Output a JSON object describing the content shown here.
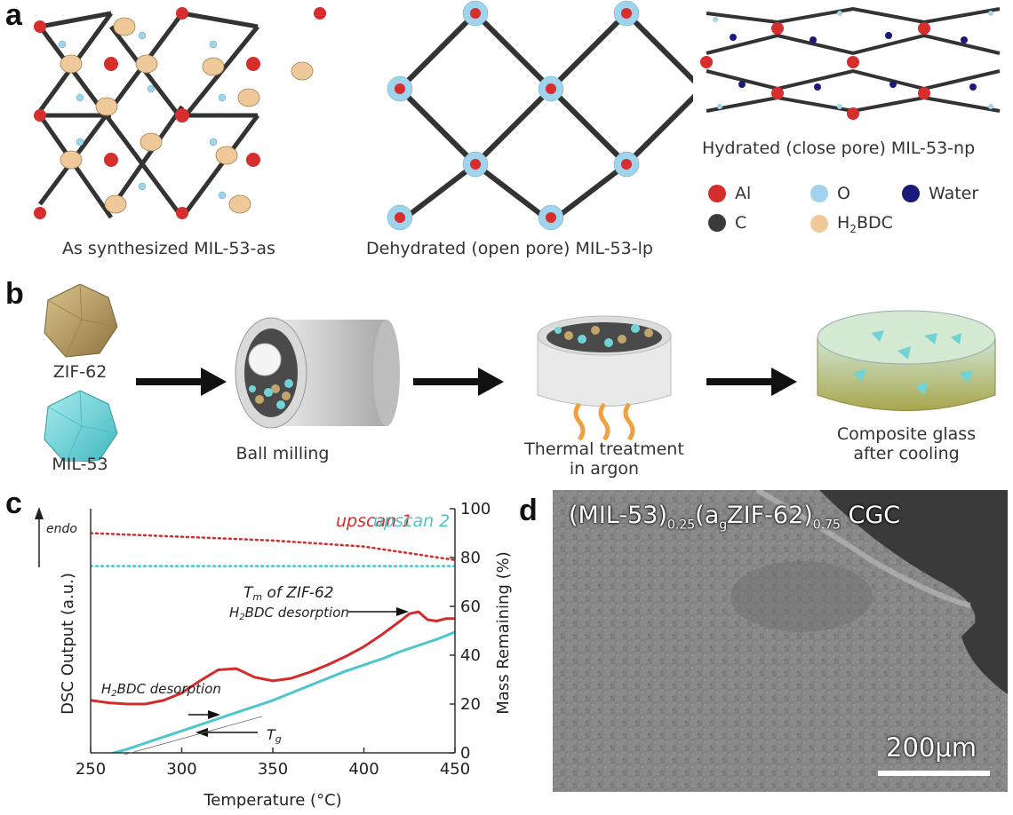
{
  "panel_labels": {
    "a": "a",
    "b": "b",
    "c": "c",
    "d": "d"
  },
  "panel_a": {
    "structures": [
      {
        "caption": "As synthesized MIL-53-as"
      },
      {
        "caption": "Dehydrated (open pore) MIL-53-lp"
      },
      {
        "caption": "Hydrated (close pore) MIL-53-np"
      }
    ],
    "legend": [
      {
        "label": "Al",
        "color": "#d62d2d"
      },
      {
        "label": "O",
        "color": "#9fd3ee"
      },
      {
        "label": "Water",
        "color": "#1a1a7a"
      },
      {
        "label": "C",
        "color": "#3a3a3a"
      },
      {
        "label_main": "H",
        "label_sub": "2",
        "label_tail": "BDC",
        "color": "#efc99a"
      }
    ]
  },
  "panel_b": {
    "inputs": [
      {
        "label": "ZIF-62",
        "color": "#b49a64"
      },
      {
        "label": "MIL-53",
        "color": "#6fd3d7"
      }
    ],
    "steps": [
      {
        "label": "Ball milling"
      },
      {
        "label_line1": "Thermal treatment",
        "label_line2": "in argon"
      },
      {
        "label_line1": "Composite glass",
        "label_line2": "after cooling"
      }
    ]
  },
  "panel_c": {
    "endo_label": "endo",
    "chart_data": {
      "type": "line",
      "xlabel": "Temperature (°C)",
      "ylabel_left": "DSC Output (a.u.)",
      "ylabel_right": "Mass Remaining (%)",
      "xlim": [
        250,
        450
      ],
      "ylim_right": [
        0,
        100
      ],
      "x_ticks": [
        250,
        300,
        350,
        400,
        450
      ],
      "y_ticks_right": [
        0,
        20,
        40,
        60,
        80,
        100
      ],
      "series": [
        {
          "name": "upscan 1",
          "color": "#d42b2b",
          "kind": "mass",
          "style": "dotted",
          "x": [
            250,
            300,
            350,
            400,
            450
          ],
          "y": [
            90,
            88.5,
            87,
            84.5,
            79
          ]
        },
        {
          "name": "upscan 2",
          "color": "#4cc6cc",
          "kind": "mass",
          "style": "dotted",
          "x": [
            250,
            300,
            350,
            400,
            450
          ],
          "y": [
            76.5,
            76.5,
            76.5,
            76.5,
            76.5
          ]
        },
        {
          "name": "upscan 1",
          "color": "#d42b2b",
          "kind": "dsc",
          "style": "solid",
          "x": [
            250,
            260,
            270,
            280,
            290,
            300,
            310,
            320,
            330,
            340,
            350,
            360,
            370,
            380,
            390,
            400,
            410,
            420,
            425,
            430,
            435,
            440,
            445,
            450
          ],
          "y": [
            21.5,
            20.5,
            20,
            20,
            21.5,
            24.5,
            29.5,
            34,
            34.5,
            31,
            29.5,
            30.5,
            33,
            36,
            39.5,
            43.5,
            48.5,
            54,
            57,
            57.8,
            54.5,
            54,
            55,
            55
          ]
        },
        {
          "name": "upscan 2",
          "color": "#4cc6cc",
          "kind": "dsc",
          "style": "solid",
          "x": [
            250,
            260,
            270,
            280,
            290,
            300,
            310,
            320,
            330,
            340,
            350,
            360,
            370,
            380,
            390,
            400,
            410,
            420,
            430,
            440,
            450
          ],
          "y": [
            -3,
            -0.5,
            1.5,
            4,
            6.5,
            9,
            11.5,
            14,
            16.5,
            19,
            21.5,
            24.5,
            27.5,
            30.5,
            33.5,
            36,
            38.5,
            41.5,
            44,
            46.5,
            49.5
          ]
        }
      ],
      "annotations": [
        {
          "text_main": "T",
          "text_sub": "m",
          "text_tail": " of ZIF-62"
        },
        {
          "text_main": "H",
          "text_sub": "2",
          "text_tail": "BDC desorption"
        },
        {
          "text_main": "H",
          "text_sub": "2",
          "text_tail": "BDC desorption"
        },
        {
          "text_main": "T",
          "text_sub": "g",
          "text_tail": ""
        }
      ],
      "legend": [
        "upscan 1",
        "upscan 2"
      ]
    }
  },
  "panel_d": {
    "title_parts": [
      "(MIL-53)",
      "0.25",
      "(a",
      "g",
      "ZIF-62)",
      "0.75",
      " CGC"
    ],
    "scale_bar": "200μm"
  }
}
